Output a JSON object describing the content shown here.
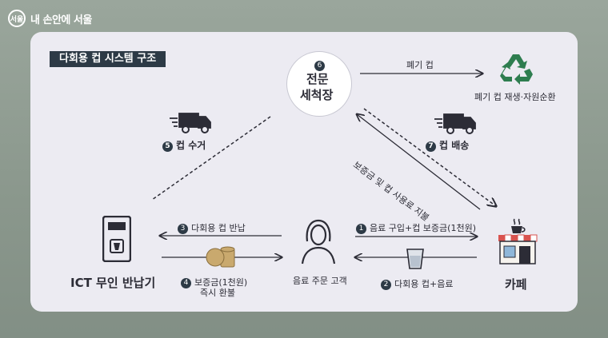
{
  "watermark": {
    "text": "내 손안에 서울",
    "logo_text": "서울"
  },
  "diagram": {
    "title": "다회용 컵 시스템 구조",
    "center_number": "6",
    "center_label_line1": "전문",
    "center_label_line2": "세척장",
    "waste_cup_arrow": "폐기 컵",
    "recycle_label": "폐기 컵 재생·자원순환",
    "step5_number": "5",
    "step5_label": "컵 수거",
    "step7_number": "7",
    "step7_label": "컵 배송",
    "deposit_flow_label": "보증금 및 컵 사용료 지불",
    "kiosk_label": "ICT 무인 반납기",
    "customer_label": "음료 주문 고객",
    "cafe_label": "카페",
    "step3_number": "3",
    "step3_label": "다회용 컵 반납",
    "step4_number": "4",
    "step4_label_line1": "보증금(1천원)",
    "step4_label_line2": "즉시 환불",
    "step1_number": "1",
    "step1_label": "음료 구입+컵 보증금(1천원)",
    "step2_number": "2",
    "step2_label": "다회용 컵+음료"
  },
  "colors": {
    "panel": "#ecebf2",
    "dark": "#2d3a46",
    "recycle_green": "#2e7d4f"
  },
  "icons": [
    "recycle-icon",
    "truck-icon",
    "kiosk-icon",
    "person-icon",
    "coins-icon",
    "cup-icon",
    "cafe-icon"
  ]
}
